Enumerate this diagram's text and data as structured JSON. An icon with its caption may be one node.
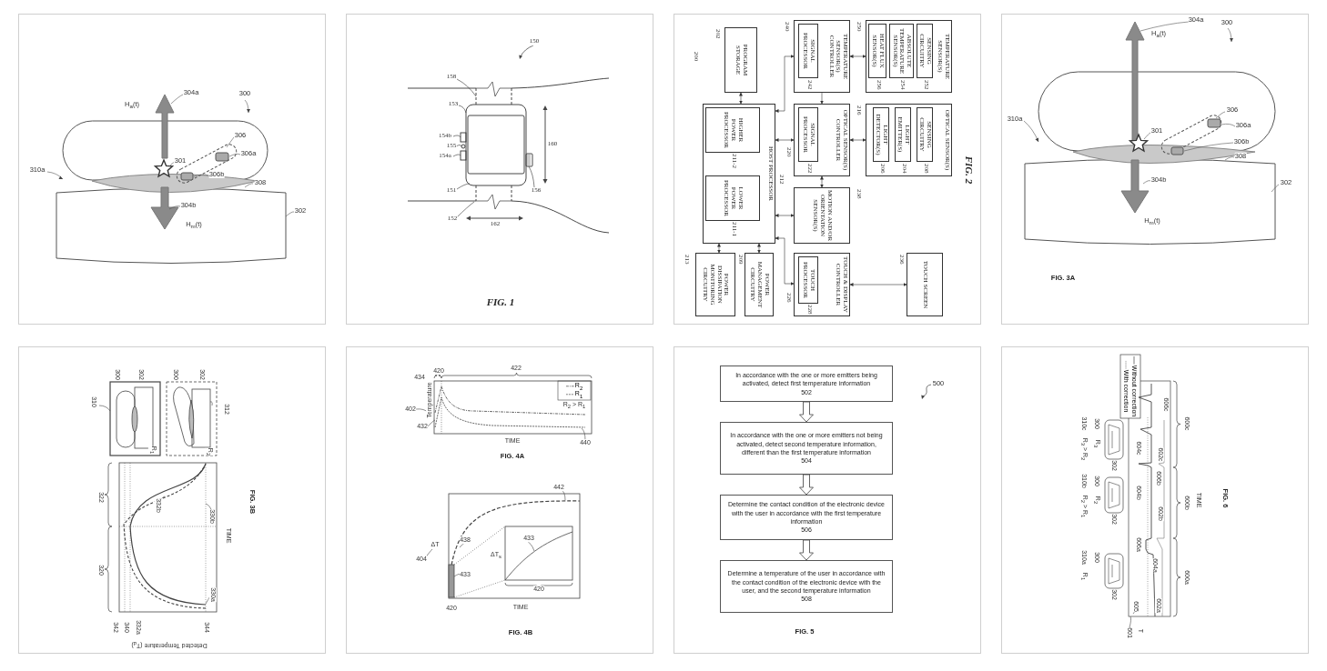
{
  "diagram": {
    "nodes": [
      {
        "text": [],
        "shape": "box"
      },
      {
        "text": [
          "FIG. 1"
        ]
      },
      {
        "text": [
          "FIG. 2"
        ]
      },
      {
        "text": [
          "TEMPERATURE SENSOR(S)"
        ],
        "in": 2,
        "beside": [
          "250"
        ]
      },
      {
        "text": [
          "SENSING CIRCUITRY"
        ],
        "in": 3,
        "beside": [
          "252"
        ]
      },
      {
        "text": [
          "ABSOLUTE TEMPERATURE SENSOR(S)"
        ],
        "in": 3,
        "beside": [
          "254"
        ]
      },
      {
        "text": [
          "HEAT FLUX SENSOR(S)"
        ],
        "in": 3,
        "beside": [
          "256"
        ]
      },
      {
        "text": [
          "OPTICAL SENSOR(S)"
        ],
        "in": 2,
        "beside": [
          "216"
        ]
      },
      {
        "text": [
          "SENSING CIRCUITRY"
        ],
        "in": 7,
        "beside": [
          "208"
        ]
      },
      {
        "text": [
          "LIGHT EMITTER(S)"
        ],
        "in": 7,
        "beside": [
          "204"
        ]
      },
      {
        "text": [
          "LIGHT DETECTOR(S)"
        ],
        "in": 7,
        "beside": [
          "206"
        ]
      },
      {
        "text": [
          "TOUCH SCREEN"
        ],
        "in": 2,
        "beside": [
          "236"
        ]
      },
      {
        "text": [
          "TEMPERATURE SENSOR(S) CONTROLLER"
        ],
        "in": 2,
        "beside": [
          "240"
        ]
      },
      {
        "text": [
          "SIGNAL PROCESSOR"
        ],
        "in": 12,
        "beside": [
          "242"
        ]
      },
      {
        "text": [
          "OPTICAL SENSOR(S) CONTROLLER"
        ],
        "in": 2,
        "beside": [
          "220"
        ]
      },
      {
        "text": [
          "SIGNAL PROCESSOR"
        ],
        "in": 14,
        "beside": [
          "222"
        ]
      },
      {
        "text": [
          "MOTION AND/OR ORIENTATION SENSOR(S)"
        ],
        "in": 2,
        "beside": [
          "238"
        ]
      },
      {
        "text": [
          "TOUCH & DISPLAY CONTROLLER"
        ],
        "in": 2,
        "beside": [
          "226"
        ]
      },
      {
        "text": [
          "TOUCH PROCESSOR"
        ],
        "in": 17,
        "beside": [
          "228"
        ]
      },
      {
        "text": [
          "HOST PROCESSOR"
        ],
        "in": 2,
        "beside": [
          "212"
        ]
      },
      {
        "text": [
          "HIGHER POWER PROCESSOR"
        ],
        "in": 19,
        "beside": [
          "211-2"
        ]
      },
      {
        "text": [
          "LOWER POWER PROCESSOR"
        ],
        "in": 19,
        "beside": [
          "211-1"
        ]
      },
      {
        "text": [
          "POWER MANAGEMENT CIRCUITRY"
        ],
        "in": 2,
        "beside": [
          "209"
        ]
      },
      {
        "text": [
          "POWER DISSIPATION MONITORING CIRCUITRY"
        ],
        "in": 2,
        "beside": [
          "213"
        ]
      },
      {
        "text": [
          "PROGRAM STORAGE"
        ],
        "in": 2,
        "beside": [
          "202"
        ]
      },
      {
        "text": [
          "FIG. 3A"
        ]
      },
      {
        "text": [
          "FIG. 3B"
        ]
      },
      {
        "text": [
          "FIG. 4A",
          "FIG. 4B"
        ]
      },
      {
        "text": [
          "FIG. 5"
        ]
      },
      {
        "text": [
          "In accordance with the one or more emitters being activated, detect first temperature information",
          "502"
        ],
        "in": 28
      },
      {
        "text": [
          "In accordance with the one or more emitters not being activated, detect second temperature information, different than the first temperature information",
          "504"
        ],
        "in": 28
      },
      {
        "text": [
          "Determine the contact condition of the electronic device with the user in accordance with the first temperature information",
          "506"
        ],
        "in": 28
      },
      {
        "text": [
          "Determine a temperature of the user in accordance with the contact condition of the electronic device with the user, and the second temperature information",
          "508"
        ],
        "in": 28
      },
      {
        "text": [
          "FIG. 6"
        ]
      }
    ],
    "edges": [
      {
        "from": 19,
        "to": 24,
        "arrow": "both"
      },
      {
        "from": 19,
        "to": 22,
        "arrow": "both"
      },
      {
        "from": 19,
        "to": 23,
        "arrow": "both"
      },
      {
        "from": 19,
        "to": 14,
        "arrow": "both"
      },
      {
        "from": 19,
        "to": 12,
        "arrow": "both"
      },
      {
        "from": 19,
        "to": 16,
        "arrow": "both"
      },
      {
        "from": 19,
        "to": 17,
        "arrow": "both"
      },
      {
        "from": 12,
        "to": 14,
        "arrow": "to"
      },
      {
        "from": 12,
        "to": 3,
        "arrow": "both"
      },
      {
        "from": 14,
        "to": 7,
        "arrow": "both"
      },
      {
        "from": 14,
        "to": 16,
        "arrow": "both"
      },
      {
        "from": 17,
        "to": 11,
        "arrow": "both"
      },
      {
        "from": 29,
        "to": 30,
        "arrow": "to"
      },
      {
        "from": 30,
        "to": 31,
        "arrow": "to"
      },
      {
        "from": 31,
        "to": 32,
        "arrow": "to"
      }
    ],
    "labels": [
      "304a",
      "H$_{a}$(t)",
      "300",
      "306",
      "306a",
      "301",
      "310a",
      "306b",
      "308",
      "304b",
      "H$_{m}$(t)",
      "302",
      "150",
      "158",
      "153",
      "154b",
      "155",
      "154a",
      "160",
      "156",
      "151",
      "152",
      "162",
      "200",
      "304a",
      "H$_{a}$(t)",
      "300",
      "306",
      "306a",
      "301",
      "310a",
      "306b",
      "308",
      "304b",
      "302",
      "H$_{m}$(t)",
      "310",
      "300",
      "302",
      "R$_{1}$",
      "312",
      "300",
      "302",
      "R$_{2}$",
      "322",
      "332b",
      "330b",
      "TIME",
      "320",
      "330a",
      "342",
      "340",
      "332a",
      "Detected Temperature (T$_{d}$)",
      "344",
      "420",
      "422",
      "434",
      "402",
      "Temperature",
      "432",
      "R$_{2}$ > R$_{1}$",
      "TIME",
      "440",
      "442",
      "438",
      "433",
      "ΔT",
      "ΔT$_{s}$",
      "404",
      "433",
      "420",
      "TIME",
      "420",
      "500",
      "310c",
      "R$_{3}$ > R$_{2}$",
      "R$_{3}$",
      "300",
      "302",
      "310b",
      "R$_{2}$ > R$_{1}$",
      "R$_{2}$",
      "300",
      "302",
      "310a",
      "R$_{1}$",
      "300",
      "302",
      "606c",
      "604c",
      "602c",
      "600c",
      "604b",
      "606b",
      "602b",
      "TIME",
      "600b",
      "606a",
      "604a",
      "600a",
      "602a",
      "605",
      "601",
      "T"
    ],
    "legend": [
      {
        "text": "R$_{2}$"
      },
      {
        "text": "R$_{1}$"
      },
      {
        "text": "With correction"
      },
      {
        "text": "Without correction"
      }
    ]
  }
}
